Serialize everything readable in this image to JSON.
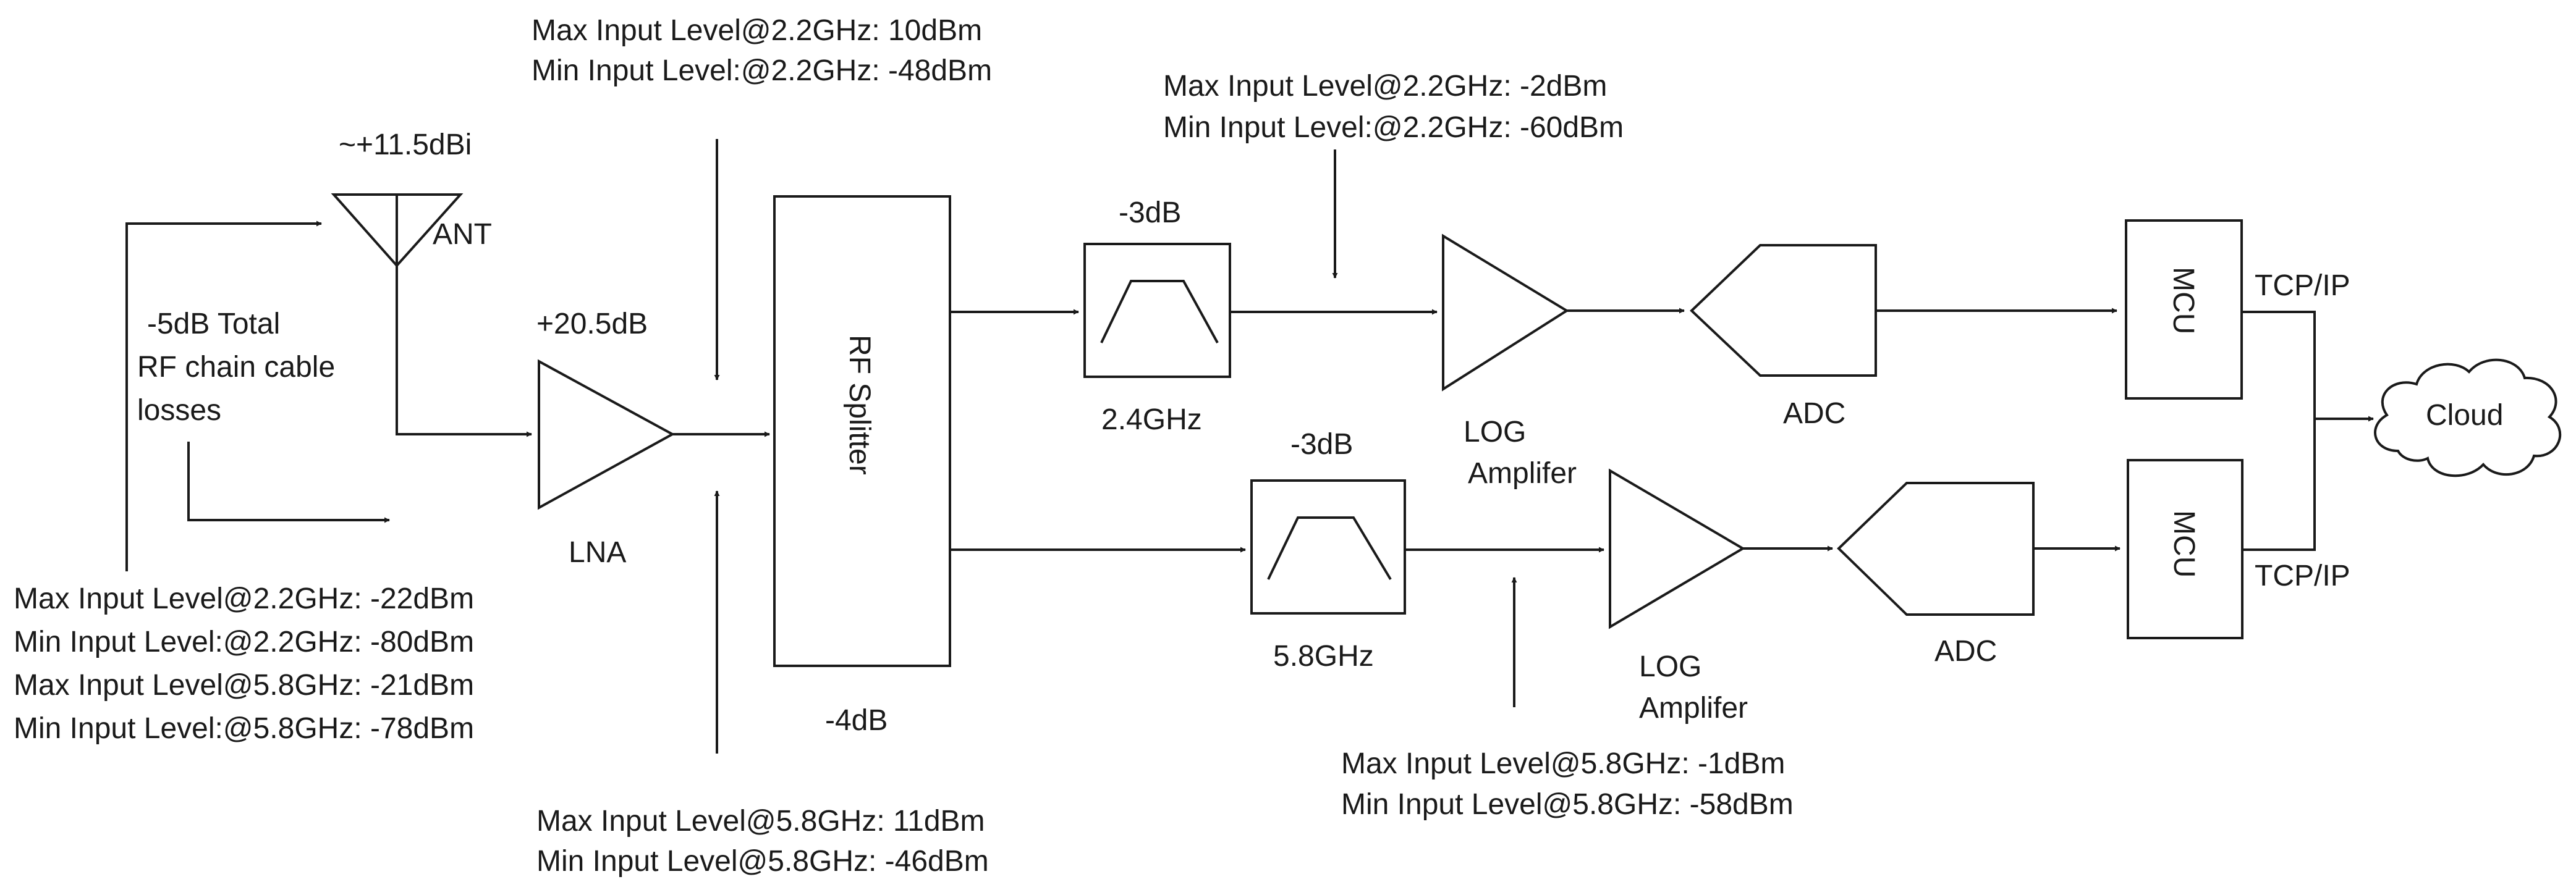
{
  "colors": {
    "line": "#1a1a1a",
    "background": "#ffffff"
  },
  "antenna": {
    "gain": "~+11.5dBi",
    "label": "ANT"
  },
  "cable_loss": {
    "line1": "-5dB Total",
    "line2": "RF chain cable",
    "line3": "losses"
  },
  "lna": {
    "gain": "+20.5dB",
    "label": "LNA"
  },
  "lna_input_levels": [
    "Max Input Level@2.2GHz: -22dBm",
    "Min Input Level:@2.2GHz: -80dBm",
    "Max Input Level@5.8GHz: -21dBm",
    "Min Input Level:@5.8GHz: -78dBm"
  ],
  "splitter": {
    "label": "RF Splitter",
    "loss": "-4dB"
  },
  "splitter_input_24": {
    "max": "Max Input Level@2.2GHz: 10dBm",
    "min": "Min Input Level:@2.2GHz: -48dBm"
  },
  "splitter_input_58": {
    "max": "Max Input Level@5.8GHz: 11dBm",
    "min": "Min Input Level@5.8GHz: -46dBm"
  },
  "filter_24": {
    "loss": "-3dB",
    "label": "2.4GHz"
  },
  "filter_58": {
    "loss": "-3dB",
    "label": "5.8GHz"
  },
  "log_amp_input_24": {
    "max": "Max Input Level@2.2GHz: -2dBm",
    "min": "Min Input Level:@2.2GHz: -60dBm"
  },
  "log_amp_input_58": {
    "max": "Max Input Level@5.8GHz: -1dBm",
    "min": "Min Input Level@5.8GHz: -58dBm"
  },
  "log_amp_24": {
    "line1": "LOG",
    "line2": "Amplifer"
  },
  "log_amp_58": {
    "line1": "LOG",
    "line2": "Amplifer"
  },
  "adc_24": {
    "label": "ADC"
  },
  "adc_58": {
    "label": "ADC"
  },
  "mcu_24": {
    "label": "MCU",
    "link": "TCP/IP"
  },
  "mcu_58": {
    "label": "MCU",
    "link": "TCP/IP"
  },
  "cloud": {
    "label": "Cloud"
  }
}
